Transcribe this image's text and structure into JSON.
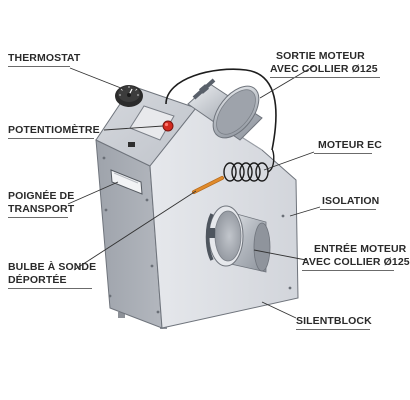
{
  "labels": {
    "thermostat": "THERMOSTAT",
    "potentiometre": "POTENTIOMÈTRE",
    "poignee_line1": "POIGNÉE DE",
    "poignee_line2": "TRANSPORT",
    "bulbe_line1": "BULBE À SONDE",
    "bulbe_line2": "DÉPORTÉE",
    "sortie_line1": "SORTIE MOTEUR",
    "sortie_line2": "AVEC COLLIER Ø125",
    "moteur_ec": "MOTEUR EC",
    "isolation": "ISOLATION",
    "entree_line1": "ENTRÉE MOTEUR",
    "entree_line2": "AVEC COLLIER Ø125",
    "silentblock": "SILENTBLOCK"
  },
  "icons": {
    "thermostat_dial": "dial-icon",
    "potentiometer_knob": "knob-icon"
  },
  "colors": {
    "box_front": "#a9adb5",
    "box_side": "#dcdfe4",
    "box_top": "#c8ccd3",
    "potentiometer_knob": "#d22a1f",
    "cable": "#1d1d1d",
    "bulb": "#e08a2a",
    "leader_line": "#333333",
    "label_text": "#2a2a2a"
  }
}
